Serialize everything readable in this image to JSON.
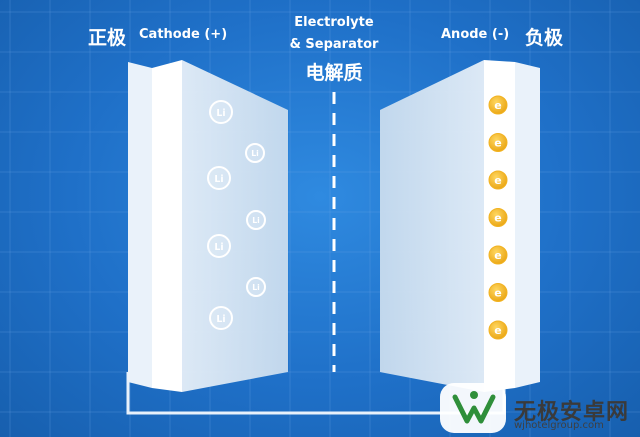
{
  "labels": {
    "cathode_cn": "正极",
    "cathode_en": "Cathode (+)",
    "electrolyte_line1": "Electrolyte",
    "electrolyte_line2": "& Separator",
    "electrolyte_cn": "电解质",
    "anode_en": "Anode (-)",
    "anode_cn": "负极"
  },
  "particles": {
    "lithium_label": "Li",
    "electron_label": "e",
    "lithium_count": 7,
    "electron_count": 7
  },
  "watermark": {
    "text": "无极安卓网",
    "url": "wjhotelgroup.com"
  },
  "colors": {
    "background": "#1f70c8",
    "electron": "#f2b321",
    "plate": "#d7e6f4",
    "wire": "#e8f1fb"
  }
}
